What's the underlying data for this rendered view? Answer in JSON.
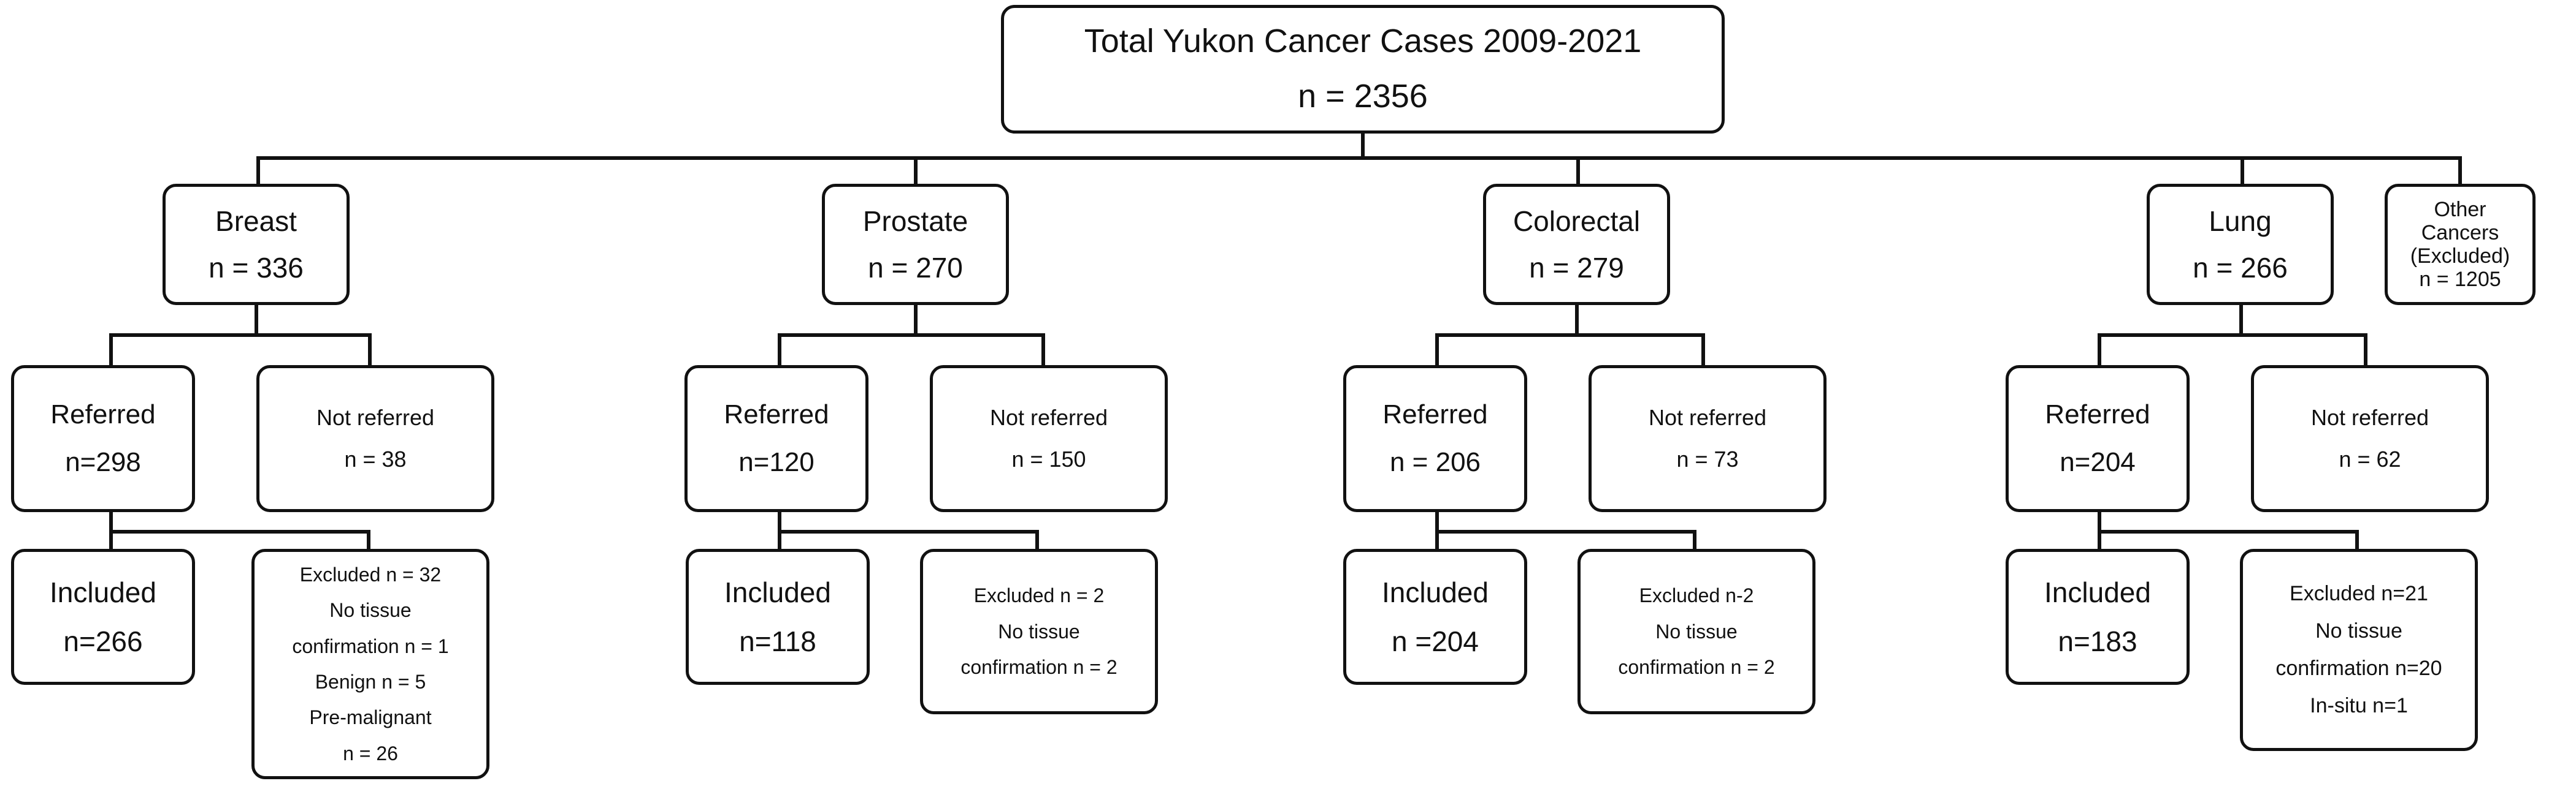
{
  "chart_data": {
    "type": "diagram",
    "title": "Total Yukon Cancer Cases 2009-2021",
    "diagram_kind": "prisma-style patient flow chart",
    "root": {
      "label": "Total Yukon Cancer Cases 2009-2021",
      "count_text": "n = 2356",
      "n": 2356
    },
    "branches": [
      {
        "key": "breast",
        "category": {
          "label": "Breast",
          "count_text": "n = 336",
          "n": 336
        },
        "referred": {
          "label": "Referred",
          "count_text": "n=298",
          "n": 298
        },
        "not_referred": {
          "label": "Not referred",
          "count_text": "n = 38",
          "n": 38
        },
        "included": {
          "label": "Included",
          "count_text": "n=266",
          "n": 266
        },
        "excluded": {
          "header": "Excluded n = 32",
          "n": 32,
          "reasons": [
            "No tissue",
            "confirmation n = 1",
            "Benign n = 5",
            "Pre-malignant",
            "n = 26"
          ]
        }
      },
      {
        "key": "prostate",
        "category": {
          "label": "Prostate",
          "count_text": "n = 270",
          "n": 270
        },
        "referred": {
          "label": "Referred",
          "count_text": "n=120",
          "n": 120
        },
        "not_referred": {
          "label": "Not referred",
          "count_text": "n = 150",
          "n": 150
        },
        "included": {
          "label": "Included",
          "count_text": "n=118",
          "n": 118
        },
        "excluded": {
          "header": "Excluded n = 2",
          "n": 2,
          "reasons": [
            "No tissue",
            "confirmation n = 2"
          ]
        }
      },
      {
        "key": "colorectal",
        "category": {
          "label": "Colorectal",
          "count_text": "n = 279",
          "n": 279
        },
        "referred": {
          "label": "Referred",
          "count_text": "n = 206",
          "n": 206
        },
        "not_referred": {
          "label": "Not referred",
          "count_text": "n = 73",
          "n": 73
        },
        "included": {
          "label": "Included",
          "count_text": "n =204",
          "n": 204
        },
        "excluded": {
          "header": "Excluded n-2",
          "n": 2,
          "reasons": [
            "No tissue",
            "confirmation n = 2"
          ]
        }
      },
      {
        "key": "lung",
        "category": {
          "label": "Lung",
          "count_text": "n = 266",
          "n": 266
        },
        "referred": {
          "label": "Referred",
          "count_text": "n=204",
          "n": 204
        },
        "not_referred": {
          "label": "Not referred",
          "count_text": "n = 62",
          "n": 62
        },
        "included": {
          "label": "Included",
          "count_text": "n=183",
          "n": 183
        },
        "excluded": {
          "header": "Excluded n=21",
          "n": 21,
          "reasons": [
            "No tissue",
            "confirmation n=20",
            "In-situ n=1"
          ]
        }
      }
    ],
    "other": {
      "key": "other",
      "lines": [
        "Other",
        "Cancers",
        "(Excluded)",
        "n = 1205"
      ],
      "n": 1205
    },
    "colors": {
      "stroke": "#111111",
      "background": "#ffffff",
      "text": "#111111"
    }
  }
}
